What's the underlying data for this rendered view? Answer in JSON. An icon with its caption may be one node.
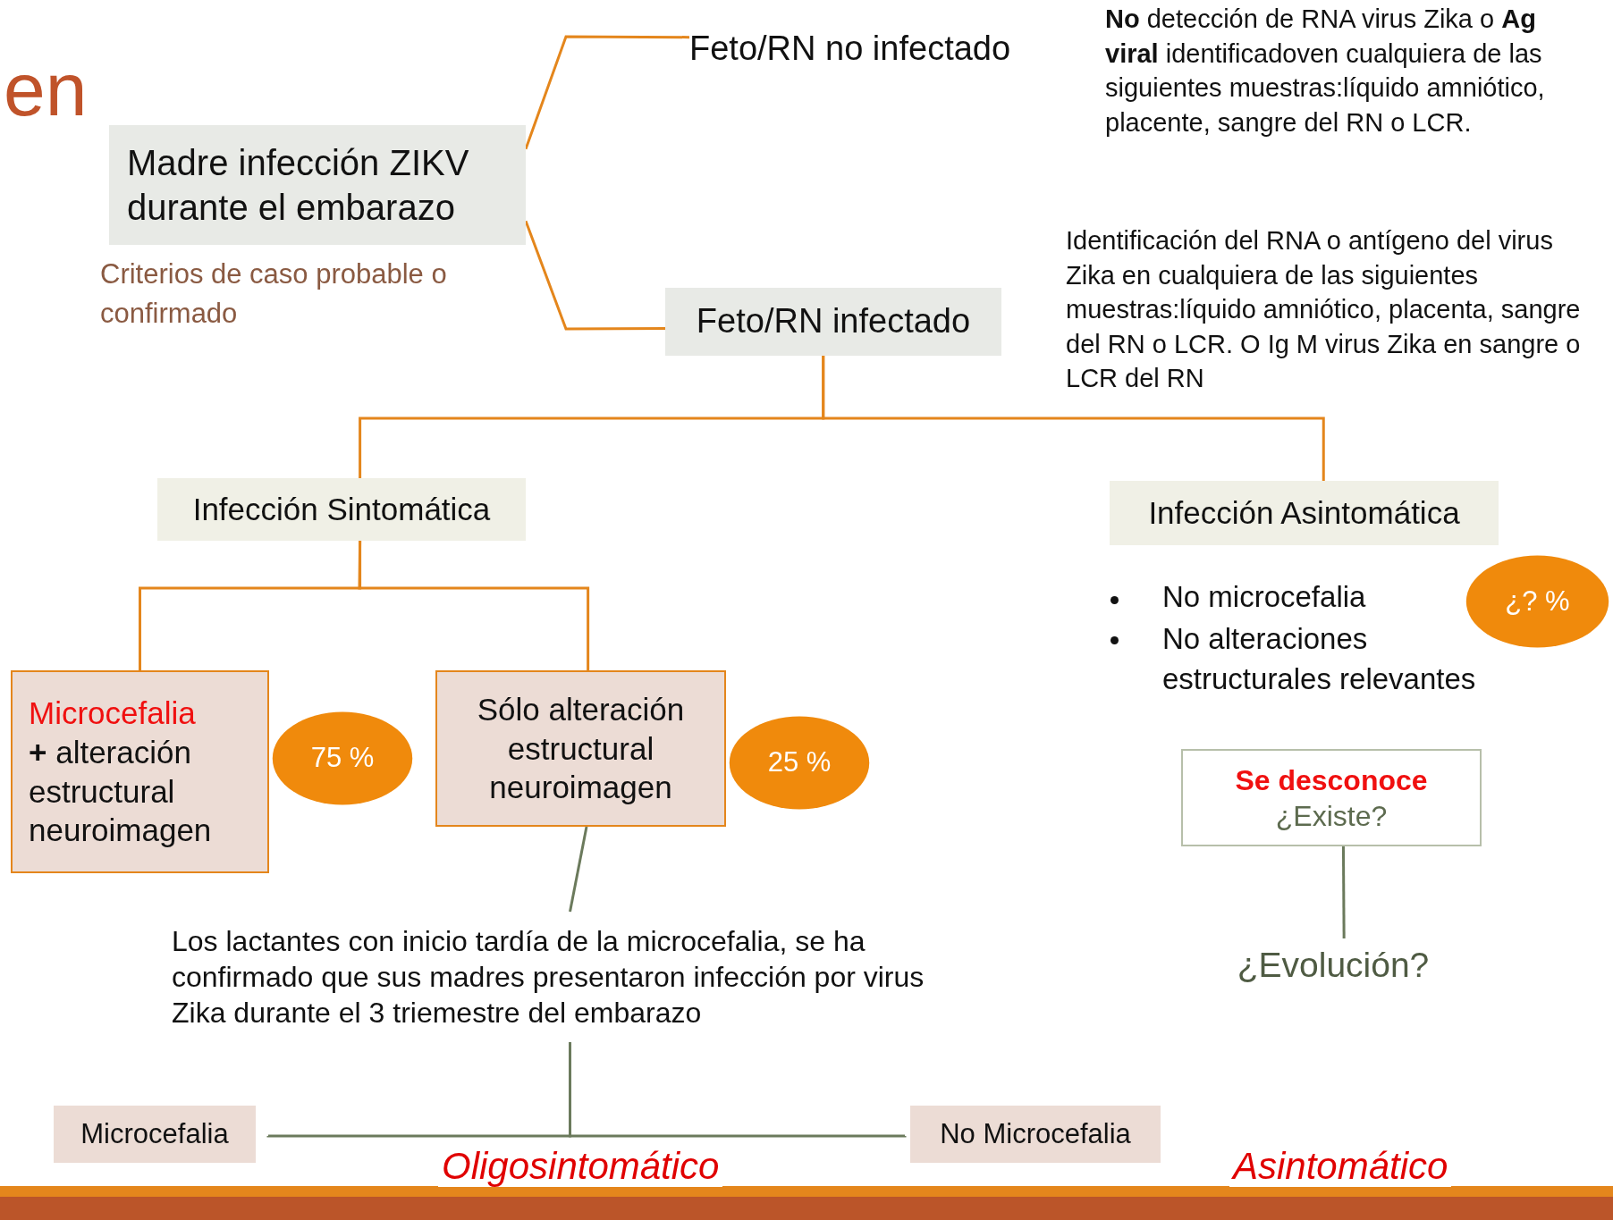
{
  "diagram": {
    "nodes": [
      {
        "text": [
          "Madre infección ZIKV durante el embarazo"
        ],
        "beside": [
          "Criterios de caso probable o confirmado"
        ]
      },
      {
        "text": [
          "Feto/RN no infectado"
        ]
      },
      {
        "text": [
          "Feto/RN infectado"
        ]
      },
      {
        "text": [
          "Infección Sintomática"
        ]
      },
      {
        "text": [
          "Infección Asintomática"
        ]
      },
      {
        "text": [
          "Microcefalia",
          "**+** alteración estructural neuroimagen"
        ]
      },
      {
        "text": [
          "75 %"
        ]
      },
      {
        "text": [
          "Sólo alteración estructural neuroimagen"
        ]
      },
      {
        "text": [
          "25 %"
        ]
      },
      {
        "text": [
          "¿? %"
        ]
      },
      {
        "text": [
          "Se desconoce",
          "¿Existe?"
        ]
      },
      {
        "text": [
          "¿Evolución?"
        ]
      },
      {
        "text": [
          "Los lactantes con inicio tardía de la microcefalia, se ha confirmado que sus madres presentaron infección por virus Zika durante el 3 triemestre del embarazo"
        ]
      },
      {
        "text": [
          "Microcefalia"
        ]
      },
      {
        "text": [
          "No Microcefalia"
        ]
      }
    ],
    "edges": [
      {
        "from": 0,
        "to": 1,
        "arrow": "none"
      },
      {
        "from": 0,
        "to": 2,
        "arrow": "none"
      },
      {
        "from": 2,
        "to": 3,
        "arrow": "none"
      },
      {
        "from": 2,
        "to": 4,
        "arrow": "none"
      },
      {
        "from": 3,
        "to": 5,
        "arrow": "none"
      },
      {
        "from": 3,
        "to": 7,
        "arrow": "none"
      },
      {
        "from": 7,
        "to": 12,
        "arrow": "none",
        "color": "#6b7a5c"
      },
      {
        "from": 12,
        "to": 13,
        "arrow": "none",
        "color": "#6b7a5c"
      },
      {
        "from": 12,
        "to": 14,
        "arrow": "none",
        "color": "#6b7a5c"
      },
      {
        "from": 10,
        "to": 11,
        "arrow": "none",
        "color": "#6b7a5c"
      }
    ],
    "labels": [
      "en",
      "**No** detección de RNA virus Zika o **Ag viral** identificadoven cualquiera de las siguientes muestras:líquido amniótico, placente, sangre del RN o LCR.",
      "Identificación del RNA o antígeno del virus Zika en cualquiera de las siguientes muestras:líquido amniótico, placenta, sangre del RN o LCR. O Ig M virus Zika en sangre o LCR del RN",
      "No microcefalia",
      "No alteraciones estructurales relevantes",
      "Oligosintomático",
      "Asintomático"
    ]
  }
}
